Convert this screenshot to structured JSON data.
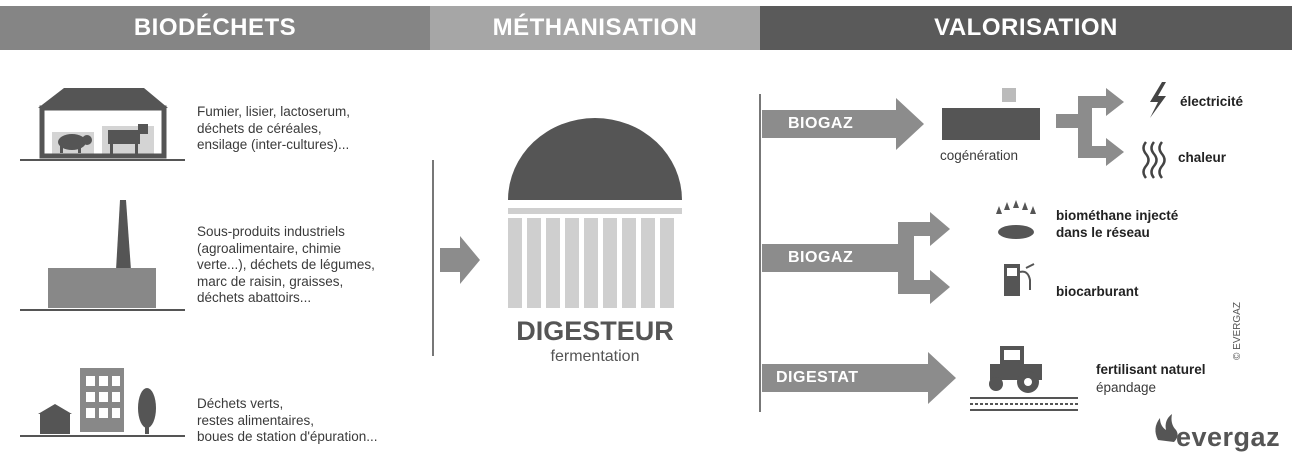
{
  "headers": {
    "biodechets": "BIODÉCHETS",
    "methanisation": "MÉTHANISATION",
    "valorisation": "VALORISATION"
  },
  "sources": [
    "Fumier, lisier, lactoserum,\ndéchets de céréales,\nensilage (inter-cultures)...",
    "Sous-produits industriels\n(agroalimentaire, chimie\nverte...), déchets de légumes,\nmarc de raisin, graisses,\ndéchets abattoirs...",
    "Déchets verts,\nrestes alimentaires,\nboues de station d'épuration..."
  ],
  "digester": {
    "title": "DIGESTEUR",
    "subtitle": "fermentation"
  },
  "outputs": {
    "biogaz_1": "BIOGAZ",
    "biogaz_2": "BIOGAZ",
    "digestat": "DIGESTAT",
    "cogeneration": "cogénération",
    "electricite": "électricité",
    "chaleur": "chaleur",
    "biomethane": "biométhane injecté\ndans le réseau",
    "biocarburant": "biocarburant",
    "fertilisant": "fertilisant naturel",
    "epandage": "épandage"
  },
  "copyright": "© EVERGAZ",
  "logo": "evergaz",
  "colors": {
    "header_left": "#858585",
    "header_mid": "#a6a6a6",
    "header_right": "#5a5a5a",
    "arrow": "#8c8c8c",
    "dark_shape": "#555555",
    "light_shape": "#cfcfcf"
  }
}
